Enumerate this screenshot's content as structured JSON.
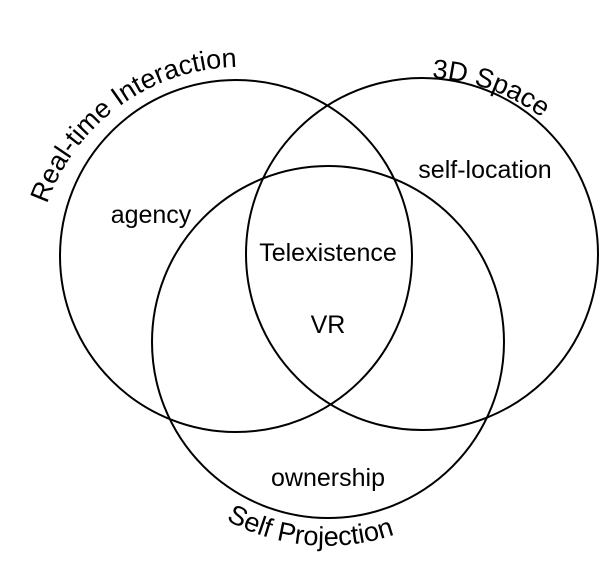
{
  "diagram": {
    "sets": {
      "real_time_interaction": "Real-time Interaction",
      "space_3d": "3D Space",
      "self_projection": "Self Projection"
    },
    "regions": {
      "agency": "agency",
      "self_location": "self-location",
      "ownership": "ownership",
      "telexistence": "Telexistence",
      "vr": "VR"
    }
  }
}
